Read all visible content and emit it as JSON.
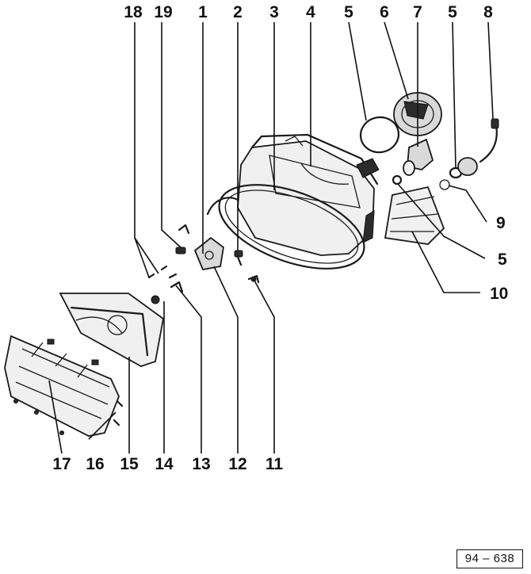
{
  "callouts": {
    "c1": "1",
    "c2": "2",
    "c3": "3",
    "c4": "4",
    "c5a": "5",
    "c6": "6",
    "c7": "7",
    "c5b": "5",
    "c8": "8",
    "c18": "18",
    "c19": "19",
    "c9": "9",
    "c5c": "5",
    "c10": "10",
    "c17": "17",
    "c16": "16",
    "c15": "15",
    "c14": "14",
    "c13": "13",
    "c12": "12",
    "c11": "11"
  },
  "figure_code": "94 – 638"
}
